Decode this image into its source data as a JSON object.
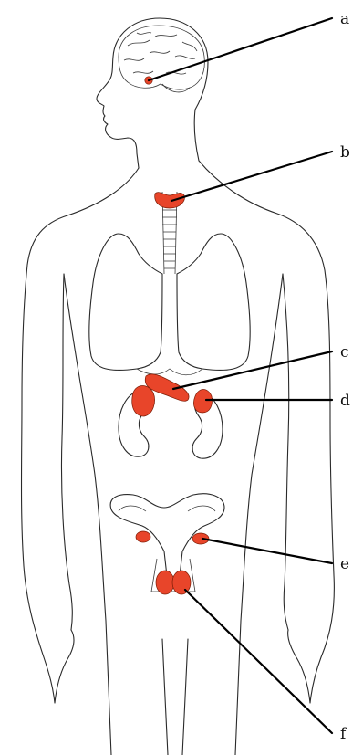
{
  "colors": {
    "outline": "#2a2a2a",
    "gland": "#e8452a",
    "leader": "#000000"
  },
  "labels": {
    "a": "a",
    "b": "b",
    "c": "c",
    "d": "d",
    "e": "e",
    "f": "f"
  }
}
